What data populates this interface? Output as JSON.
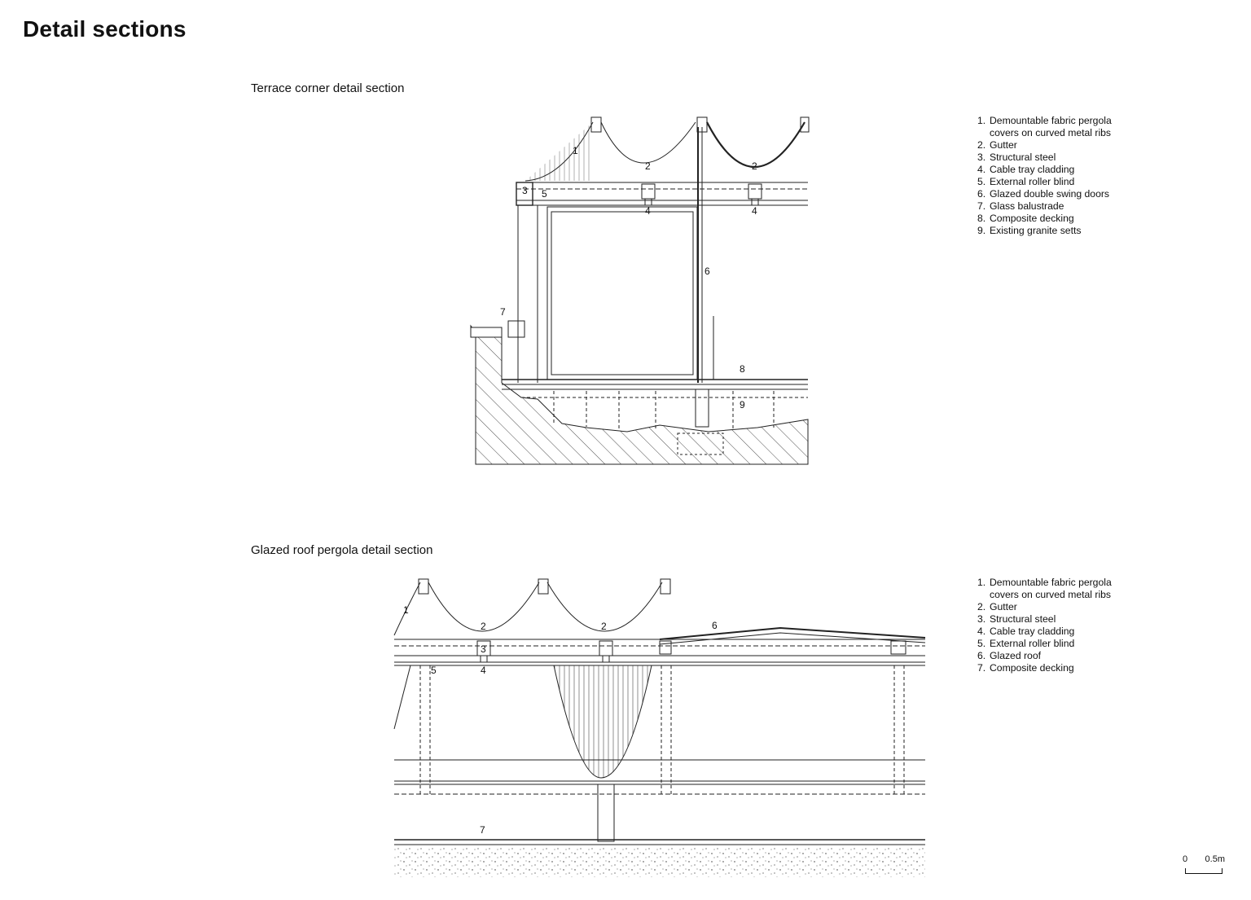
{
  "page_title": "Detail sections",
  "sections": [
    {
      "title": "Terrace corner detail section",
      "callouts": [
        "1",
        "2",
        "2",
        "3",
        "5",
        "4",
        "4",
        "6",
        "7",
        "8",
        "9"
      ],
      "legend": [
        {
          "num": "1.",
          "lines": [
            "Demountable fabric pergola",
            "covers on curved metal ribs"
          ]
        },
        {
          "num": "2.",
          "lines": [
            "Gutter"
          ]
        },
        {
          "num": "3.",
          "lines": [
            "Structural steel"
          ]
        },
        {
          "num": "4.",
          "lines": [
            "Cable tray cladding"
          ]
        },
        {
          "num": "5.",
          "lines": [
            "External roller blind"
          ]
        },
        {
          "num": "6.",
          "lines": [
            "Glazed double swing doors"
          ]
        },
        {
          "num": "7.",
          "lines": [
            "Glass balustrade"
          ]
        },
        {
          "num": "8.",
          "lines": [
            "Composite decking"
          ]
        },
        {
          "num": "9.",
          "lines": [
            "Existing granite setts"
          ]
        }
      ]
    },
    {
      "title": "Glazed roof pergola detail section",
      "callouts": [
        "1",
        "2",
        "2",
        "6",
        "3",
        "5",
        "4",
        "7"
      ],
      "legend": [
        {
          "num": "1.",
          "lines": [
            "Demountable fabric pergola",
            "covers on curved metal ribs"
          ]
        },
        {
          "num": "2.",
          "lines": [
            "Gutter"
          ]
        },
        {
          "num": "3.",
          "lines": [
            "Structural steel"
          ]
        },
        {
          "num": "4.",
          "lines": [
            "Cable tray cladding"
          ]
        },
        {
          "num": "5.",
          "lines": [
            "External roller blind"
          ]
        },
        {
          "num": "6.",
          "lines": [
            "Glazed roof"
          ]
        },
        {
          "num": "7.",
          "lines": [
            "Composite decking"
          ]
        }
      ]
    }
  ],
  "scale_bar": {
    "start": "0",
    "end": "0.5m"
  }
}
